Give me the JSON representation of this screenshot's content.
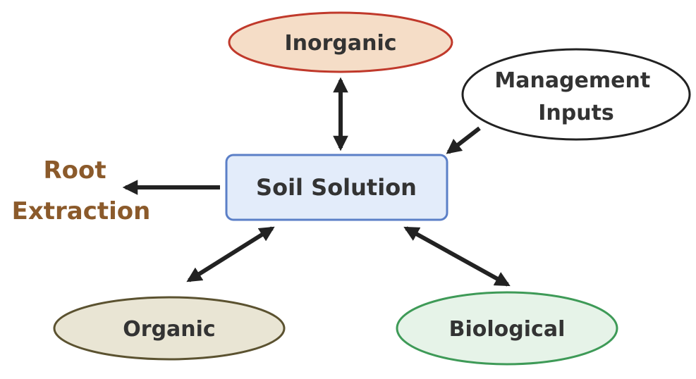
{
  "nodes": {
    "inorganic": "Inorganic",
    "management_line1": "Management",
    "management_line2": "Inputs",
    "soil_solution": "Soil Solution",
    "organic": "Organic",
    "biological": "Biological"
  },
  "root_extraction": {
    "line1": "Root",
    "line2": "Extraction"
  },
  "colors": {
    "inorganic_fill": "#f5ddc7",
    "inorganic_stroke": "#c0392b",
    "management_fill": "#ffffff",
    "management_stroke": "#222222",
    "soil_fill": "#e3ecfa",
    "soil_stroke": "#5b7fc7",
    "organic_fill": "#e9e5d4",
    "organic_stroke": "#5b5230",
    "biological_fill": "#e6f3e8",
    "biological_stroke": "#3e9a57",
    "root_text": "#8b5a2b",
    "arrow": "#222222"
  }
}
